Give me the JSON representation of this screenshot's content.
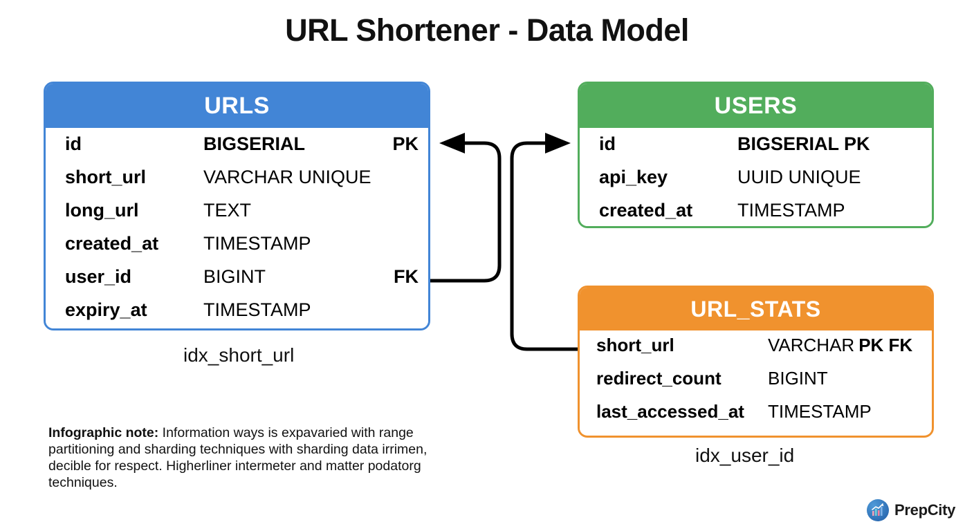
{
  "title": "URL Shortener - Data Model",
  "entities": [
    {
      "name": "URLS",
      "color": "#4285D6",
      "fields": [
        {
          "name": "id",
          "type": "BIGSERIAL",
          "key": "PK"
        },
        {
          "name": "short_url",
          "type": "VARCHAR  UNIQUE",
          "key": ""
        },
        {
          "name": "long_url",
          "type": "TEXT",
          "key": ""
        },
        {
          "name": "created_at",
          "type": "TIMESTAMP",
          "key": ""
        },
        {
          "name": "user_id",
          "type": "BIGINT",
          "key": "FK"
        },
        {
          "name": "expiry_at",
          "type": "TIMESTAMP",
          "key": ""
        }
      ],
      "index_caption": "idx_short_url"
    },
    {
      "name": "USERS",
      "color": "#52AD5C",
      "fields": [
        {
          "name": "id",
          "type": "BIGSERIAL  PK",
          "key": ""
        },
        {
          "name": "api_key",
          "type": "UUID  UNIQUE",
          "key": ""
        },
        {
          "name": "created_at",
          "type": "TIMESTAMP",
          "key": ""
        }
      ],
      "index_caption": ""
    },
    {
      "name": "URL_STATS",
      "color": "#F0922E",
      "fields": [
        {
          "name": "short_url",
          "type": "VARCHAR",
          "key": "PK FK"
        },
        {
          "name": "redirect_count",
          "type": "BIGINT",
          "key": ""
        },
        {
          "name": "last_accessed_at",
          "type": "TIMESTAMP",
          "key": ""
        }
      ],
      "index_caption": "idx_user_id"
    }
  ],
  "relationships": [
    {
      "from": "URLS.user_id",
      "to": "URLS.id",
      "style": "orthogonal-arrow"
    },
    {
      "from": "URL_STATS.short_url",
      "to": "USERS.id",
      "style": "orthogonal-arrow"
    }
  ],
  "note": {
    "label": "Infographic note:",
    "text": " Information ways is expavaried with range partitioning and sharding techniques with sharding data irrimen, decible for respect. Higherliner intermeter and matter podatorg techniques."
  },
  "brand": {
    "name": "PrepCity",
    "mark_icon": "bar-chart-trend-icon",
    "mark_color": "#2f6fb5"
  }
}
